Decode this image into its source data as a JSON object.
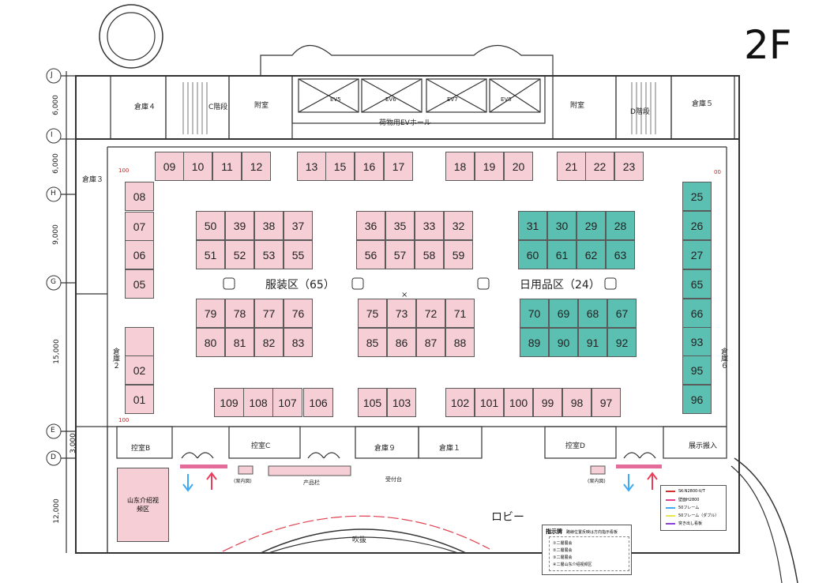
{
  "floor_label": "2F",
  "zones": {
    "apparel": "服装区（65）",
    "daily": "日用品区（24）"
  },
  "rooms": {
    "storage4": "倉庫４",
    "storage5": "倉庫５",
    "storage3": "倉庫３",
    "storage2": "倉庫２",
    "storage6": "倉庫６",
    "storage9": "倉庫９",
    "storage1": "倉庫１",
    "stair_c": "C階段",
    "stair_d": "D階段",
    "annex_left": "附室",
    "annex_right": "附室",
    "freight_hall": "荷物用EVホール",
    "ev5": "EV5",
    "ev6": "EV6",
    "ev7": "EV7",
    "ev8": "EV8",
    "control_b": "控室B",
    "control_c": "控室C",
    "control_d": "控室D",
    "exhibit_front": "展示搬入",
    "lobby": "ロビー",
    "stairwell": "吹抜",
    "info_left": "(案内図)",
    "info_right": "(案内図)",
    "product_shelf": "产品栏",
    "reception": "受付台",
    "video_area": "山东介绍视频区"
  },
  "grid_axes": [
    "J",
    "I",
    "H",
    "G",
    "E",
    "D"
  ],
  "dimensions": [
    "6,000",
    "6,000",
    "9,000",
    "15,000",
    "3,000",
    "12,000"
  ],
  "dims_small": [
    "100",
    "100",
    "00"
  ],
  "booths": {
    "top_row": [
      "09",
      "10",
      "11",
      "12",
      "13",
      "15",
      "16",
      "17",
      "18",
      "19",
      "20",
      "21",
      "22",
      "23"
    ],
    "left_col": [
      "08",
      "07",
      "06",
      "05",
      "02",
      "01"
    ],
    "right_col": [
      "25",
      "26",
      "27",
      "65",
      "66",
      "93",
      "95",
      "96"
    ],
    "apparel_block1": [
      "50",
      "39",
      "38",
      "37",
      "51",
      "52",
      "53",
      "55"
    ],
    "apparel_block2": [
      "36",
      "35",
      "33",
      "32",
      "56",
      "57",
      "58",
      "59"
    ],
    "apparel_block3": [
      "79",
      "78",
      "77",
      "76",
      "80",
      "81",
      "82",
      "83"
    ],
    "apparel_block4": [
      "75",
      "73",
      "72",
      "71",
      "85",
      "86",
      "87",
      "88"
    ],
    "daily_block1": [
      "31",
      "30",
      "29",
      "28",
      "60",
      "61",
      "62",
      "63"
    ],
    "daily_block2": [
      "70",
      "69",
      "68",
      "67",
      "89",
      "90",
      "91",
      "92"
    ],
    "bottom_row": [
      "109",
      "108",
      "107",
      "106",
      "105",
      "103",
      "102",
      "101",
      "100",
      "99",
      "98",
      "97"
    ]
  },
  "legend": {
    "title": "",
    "items": [
      "SK-N2800-V/T",
      "壁面H2800",
      "50フレーム",
      "50フレーム（ダブル）",
      "突き出し看板"
    ],
    "colors": [
      "#d32f2f",
      "#e83e8c",
      "#3fa9f5",
      "#e8e84a",
      "#8b3fd9"
    ]
  },
  "sign_box": {
    "title": "指示牌",
    "subtitle": "路線位置反映は方向指示看板",
    "items": [
      "①二層展会",
      "②二層展会",
      "③二層展会",
      "④二層山东介绍视频区"
    ]
  },
  "colors": {
    "pink": "#f6cfd6",
    "teal": "#5bbfb2",
    "arrow_blue": "#3fa9f5",
    "arrow_red": "#e83e5a"
  }
}
